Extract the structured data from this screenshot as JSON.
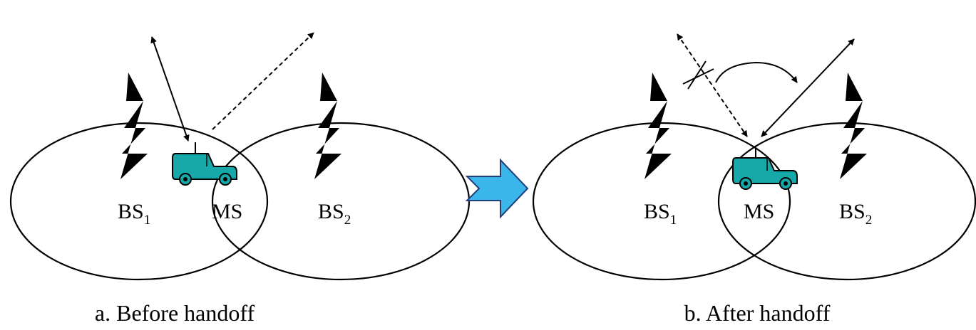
{
  "panels": [
    {
      "id": "before",
      "caption": "a. Before handoff",
      "bs1": {
        "base": "BS",
        "sub": "1"
      },
      "bs2": {
        "base": "BS",
        "sub": "2"
      },
      "ms": "MS"
    },
    {
      "id": "after",
      "caption": "b. After handoff",
      "bs1": {
        "base": "BS",
        "sub": "1"
      },
      "bs2": {
        "base": "BS",
        "sub": "2"
      },
      "ms": "MS"
    }
  ],
  "colors": {
    "vehicle": "#17a9a9",
    "transition_arrow": "#3bb6ea",
    "line": "#000000"
  },
  "icons": {
    "tower": "cell-tower-icon",
    "vehicle": "vehicle-icon",
    "transition": "right-arrow-icon"
  }
}
